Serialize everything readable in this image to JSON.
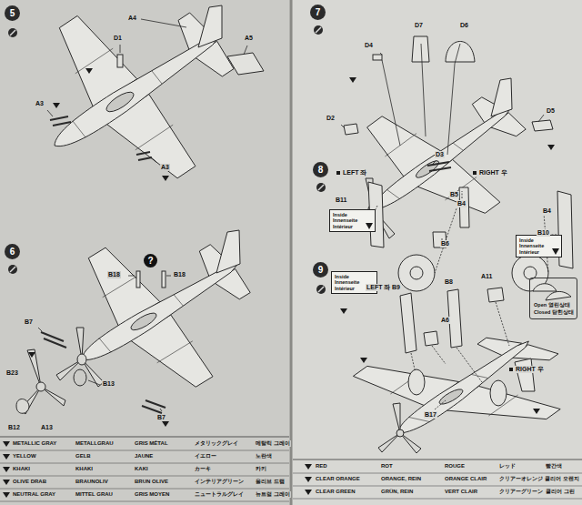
{
  "diagram": {
    "nodes": [
      {
        "text": [
          "5"
        ]
      },
      {
        "text": [
          "6"
        ]
      },
      {
        "text": [
          "?"
        ]
      },
      {
        "text": [
          "7"
        ]
      },
      {
        "text": [
          "8"
        ]
      },
      {
        "text": [
          "Inside Innenseite Intérieur"
        ]
      },
      {
        "text": [
          "Inside Innenseite Intérieur"
        ]
      },
      {
        "text": [
          "9"
        ]
      },
      {
        "text": [
          "Inside Innenseite Intérieur"
        ]
      },
      {
        "text": [
          "Open 열린상태",
          "Closed 닫힌상태"
        ]
      }
    ],
    "labels": [
      "A4",
      "D1",
      "A5",
      "A3",
      "A3",
      "B18",
      "B18",
      "B7",
      "B23",
      "B13",
      "A13",
      "B12",
      "B7",
      "D7",
      "D6",
      "D4",
      "D2",
      "D5",
      "D3",
      "LEFT 좌",
      "B11",
      "B4",
      "B6",
      "RIGHT 우",
      "B5",
      "B4",
      "B10",
      "LEFT 좌",
      "B9",
      "B8",
      "A11",
      "A6",
      "RIGHT 우",
      "B17",
      "METALLIC GRAY",
      "METALLGRAU",
      "GRIS MÉTAL",
      "メタリックグレイ",
      "메탈릭 그레이",
      "YELLOW",
      "GELB",
      "JAUNE",
      "イエロー",
      "노란색",
      "KHAKI",
      "KHAKI",
      "KAKI",
      "カーキ",
      "카키",
      "OLIVE DRAB",
      "BRAUNOLIV",
      "BRUN OLIVE",
      "インテリアグリーン",
      "올리브 드랩",
      "NEUTRAL GRAY",
      "MITTEL GRAU",
      "GRIS MOYEN",
      "ニュートラルグレイ",
      "뉴트럴 그레이",
      "RED",
      "ROT",
      "ROUGE",
      "レッド",
      "빨간색",
      "CLEAR ORANGE",
      "ORANGE, REIN",
      "ORANGE CLAIR",
      "クリアーオレンジ",
      "클리어 오렌지",
      "CLEAR GREEN",
      "GRÜN, REIN",
      "VERT CLAIR",
      "クリアーグリーン",
      "클리어 그린"
    ]
  }
}
